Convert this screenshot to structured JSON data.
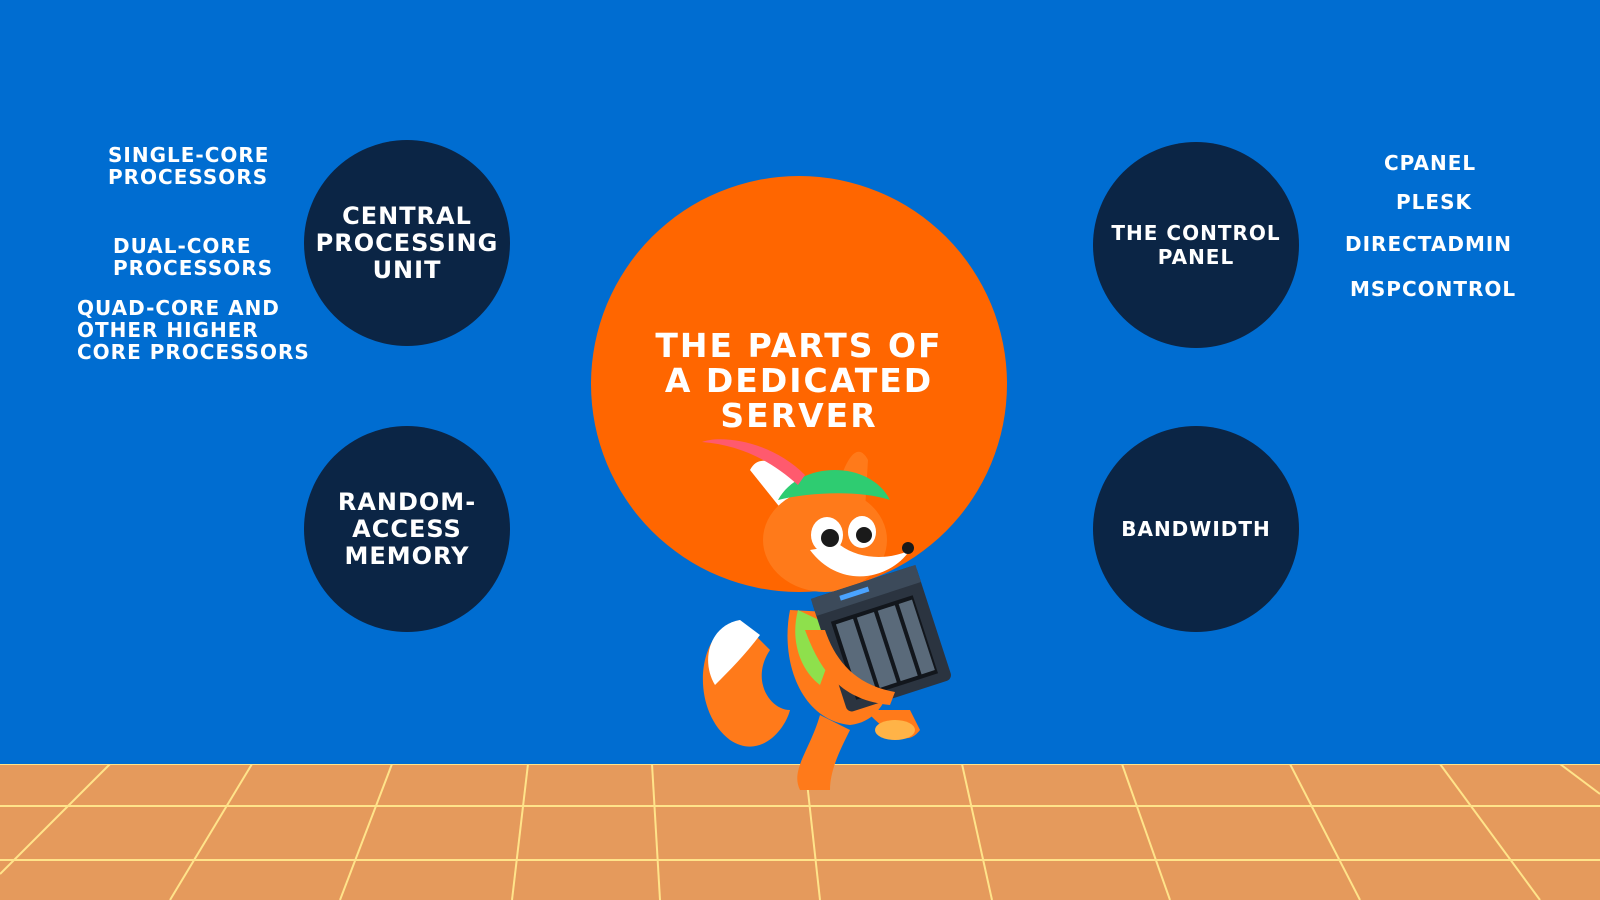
{
  "hub": {
    "title": "THE PARTS OF\nA DEDICATED\nSERVER"
  },
  "nodes": {
    "cpu": "CENTRAL\nPROCESSING\nUNIT",
    "ram": "RANDOM-\nACCESS\nMEMORY",
    "control_panel": "THE CONTROL\nPANEL",
    "bandwidth": "BANDWIDTH"
  },
  "cpu_types": [
    "SINGLE-CORE\nPROCESSORS",
    "DUAL-CORE\nPROCESSORS",
    "QUAD-CORE AND\nOTHER HIGHER\nCORE PROCESSORS"
  ],
  "control_panels": [
    "CPANEL",
    "PLESK",
    "DIRECTADMIN",
    "MSPCONTROL"
  ],
  "colors": {
    "background": "#006dd1",
    "hub": "#ff6600",
    "node": "#0b2545",
    "floor": "#e59a5c",
    "floor_lines": "#ffe38a"
  }
}
